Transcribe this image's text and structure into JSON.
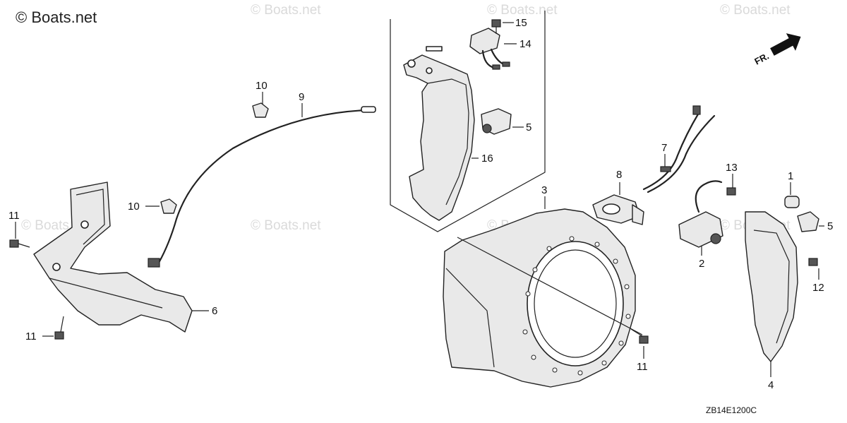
{
  "watermark": {
    "main": "© Boats.net",
    "faint": "© Boats.net"
  },
  "diagram_code": "ZB14E1200C",
  "direction_marker": "FR.",
  "callouts": [
    {
      "id": "c1",
      "text": "1"
    },
    {
      "id": "c2",
      "text": "2"
    },
    {
      "id": "c3",
      "text": "3"
    },
    {
      "id": "c4",
      "text": "4"
    },
    {
      "id": "c5a",
      "text": "5"
    },
    {
      "id": "c5b",
      "text": "5"
    },
    {
      "id": "c6",
      "text": "6"
    },
    {
      "id": "c7",
      "text": "7"
    },
    {
      "id": "c8",
      "text": "8"
    },
    {
      "id": "c9",
      "text": "9"
    },
    {
      "id": "c10a",
      "text": "10"
    },
    {
      "id": "c10b",
      "text": "10"
    },
    {
      "id": "c11a",
      "text": "11"
    },
    {
      "id": "c11b",
      "text": "11"
    },
    {
      "id": "c11c",
      "text": "11"
    },
    {
      "id": "c12",
      "text": "12"
    },
    {
      "id": "c13",
      "text": "13"
    },
    {
      "id": "c14",
      "text": "14"
    },
    {
      "id": "c15",
      "text": "15"
    },
    {
      "id": "c16",
      "text": "16"
    }
  ]
}
